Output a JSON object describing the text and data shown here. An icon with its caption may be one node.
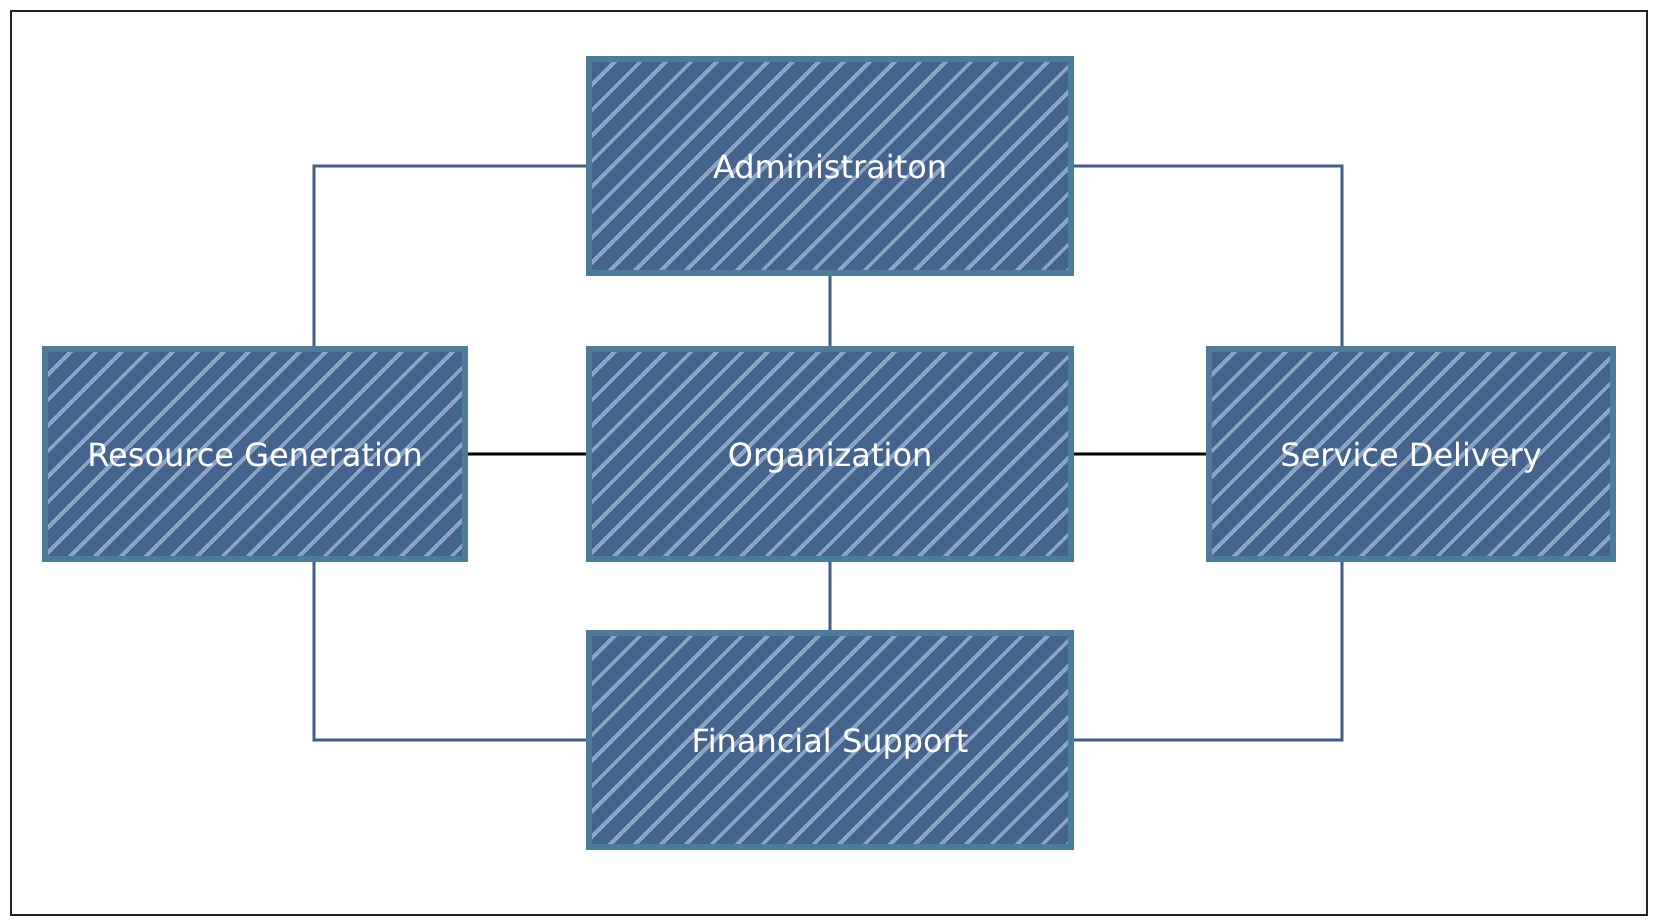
{
  "diagram": {
    "nodes": [
      {
        "text": [
          "Administraiton"
        ]
      },
      {
        "text": [
          "Resource Generation"
        ]
      },
      {
        "text": [
          "Organization"
        ]
      },
      {
        "text": [
          "Service Delivery"
        ]
      },
      {
        "text": [
          "Financial Support"
        ]
      }
    ],
    "edges": [
      {
        "from": 0,
        "to": 1,
        "arrow": "none"
      },
      {
        "from": 0,
        "to": 3,
        "arrow": "none"
      },
      {
        "from": 0,
        "to": 2,
        "arrow": "none"
      },
      {
        "from": 1,
        "to": 2,
        "arrow": "none",
        "color": "#000000"
      },
      {
        "from": 2,
        "to": 3,
        "arrow": "none",
        "color": "#000000"
      },
      {
        "from": 2,
        "to": 4,
        "arrow": "none"
      },
      {
        "from": 1,
        "to": 4,
        "arrow": "none"
      },
      {
        "from": 3,
        "to": 4,
        "arrow": "none"
      }
    ]
  }
}
